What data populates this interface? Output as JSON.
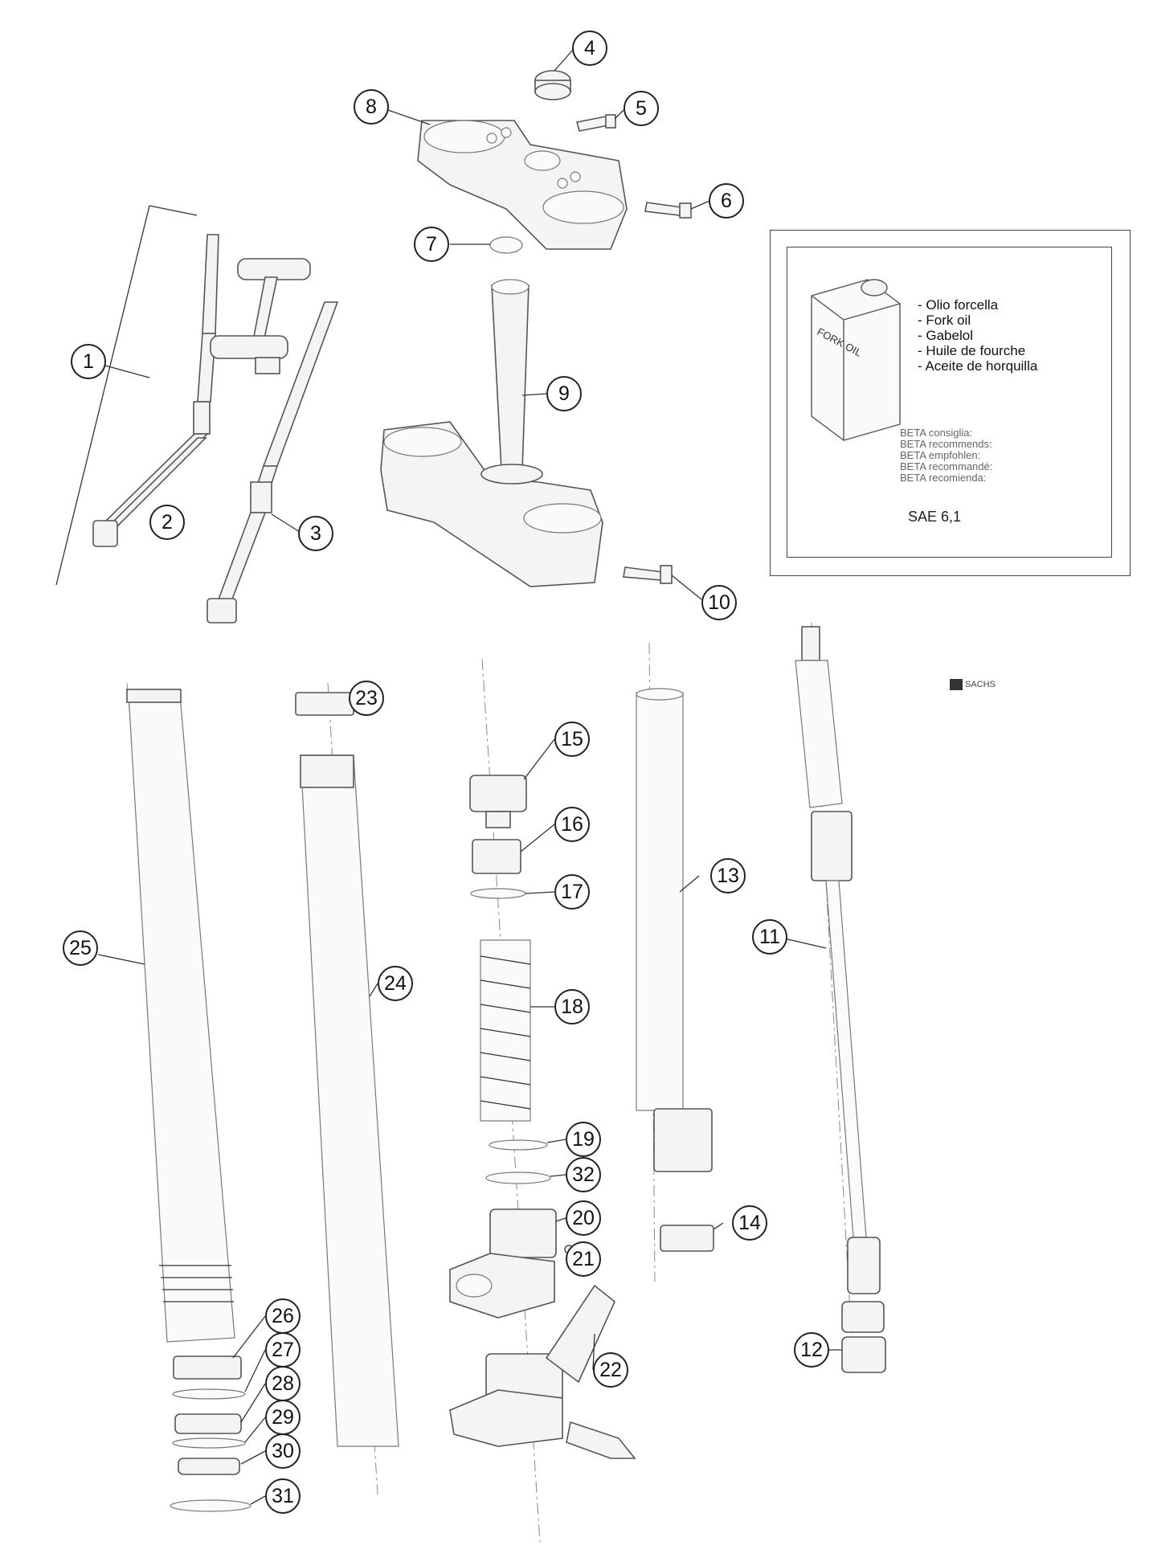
{
  "callouts": [
    "1",
    "2",
    "3",
    "4",
    "5",
    "6",
    "7",
    "8",
    "9",
    "10",
    "11",
    "12",
    "13",
    "14",
    "15",
    "16",
    "17",
    "18",
    "19",
    "20",
    "21",
    "22",
    "23",
    "24",
    "25",
    "26",
    "27",
    "28",
    "29",
    "30",
    "31",
    "32"
  ],
  "oil_box": {
    "can_label": "FORK OIL",
    "lines": [
      "- Olio forcella",
      "- Fork oil",
      "- Gabelol",
      "- Huile de fourche",
      "- Aceite de horquilla"
    ],
    "recommend": [
      "BETA consiglia:",
      "BETA recommends:",
      "BETA empfohlen:",
      "BETA recommandé:",
      "BETA recomienda:"
    ],
    "oil_spec": "SAE 6,1"
  },
  "brand_mark": "SACHS"
}
